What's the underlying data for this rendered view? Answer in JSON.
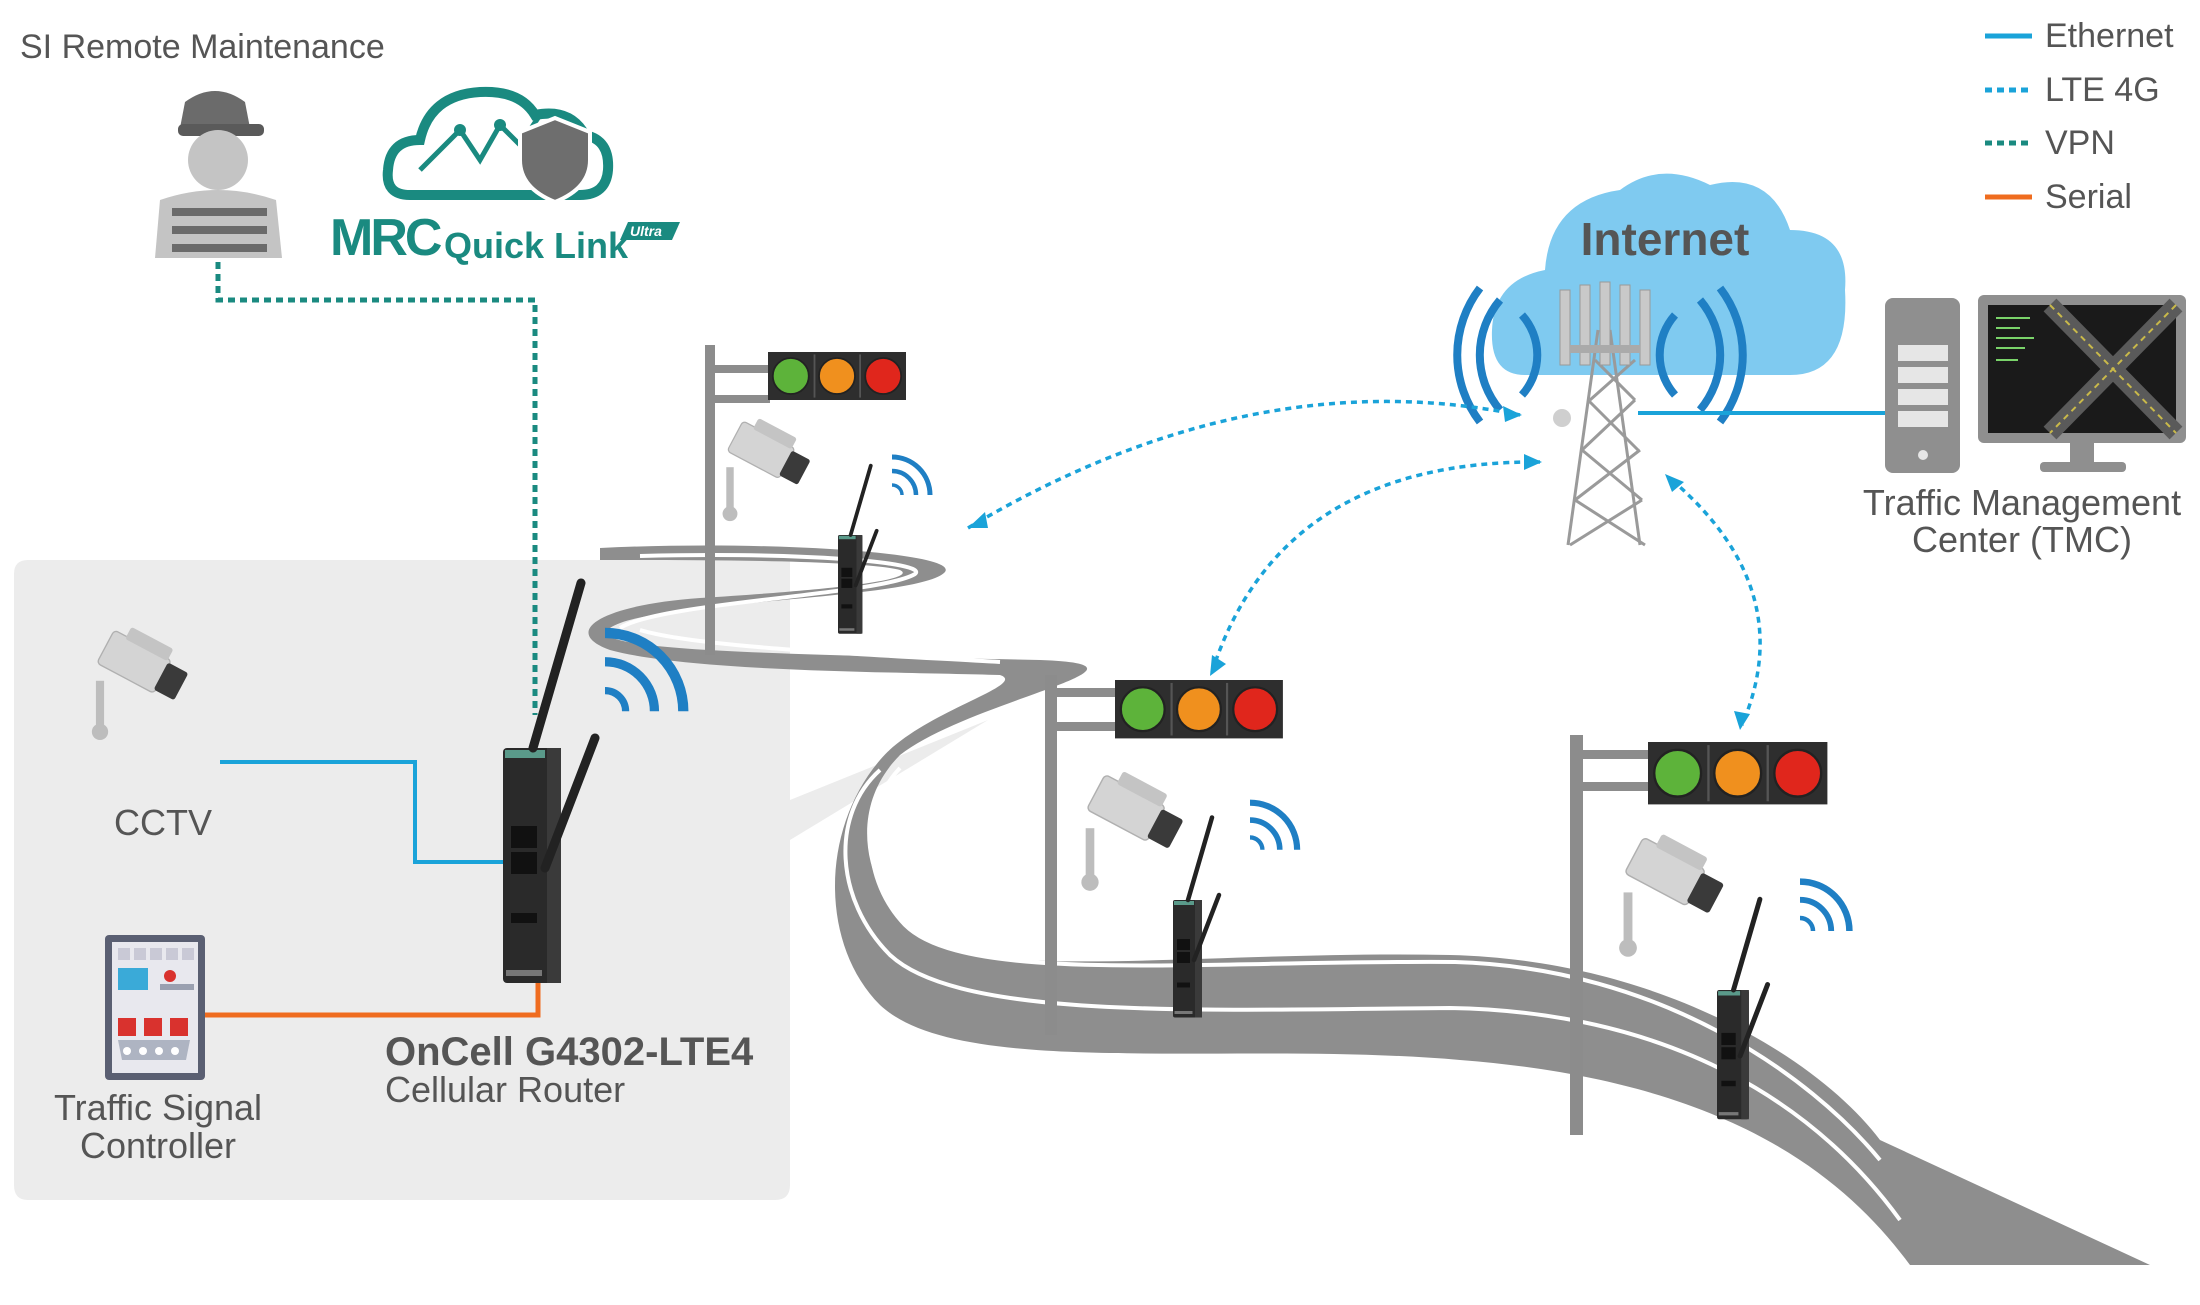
{
  "title": "SI Remote Maintenance",
  "legend": [
    {
      "label": "Ethernet",
      "color": "#1aa3d9",
      "style": "solid"
    },
    {
      "label": "LTE 4G",
      "color": "#1aa3d9",
      "style": "dotted"
    },
    {
      "label": "VPN",
      "color": "#1a8a80",
      "style": "dotted"
    },
    {
      "label": "Serial",
      "color": "#ef6c1f",
      "style": "solid"
    }
  ],
  "logo": {
    "brand": "MRC",
    "product": "Quick Link",
    "tag": "Ultra"
  },
  "internet_label": "Internet",
  "tmc": {
    "line1": "Traffic Management",
    "line2": "Center (TMC)"
  },
  "cctv_label": "CCTV",
  "controller": {
    "line1": "Traffic Signal",
    "line2": "Controller"
  },
  "router": {
    "name": "OnCell G4302-LTE4",
    "type": "Cellular Router",
    "brand_mark": "oncell"
  },
  "colors": {
    "ethernet": "#1aa3d9",
    "vpn": "#1a8a80",
    "serial": "#ef6c1f",
    "cloud": "#7fcaf0",
    "panel": "#ececec",
    "road": "#8a8a8a",
    "signal_green": "#5db33a",
    "signal_amber": "#f0901e",
    "signal_red": "#e0261c"
  }
}
